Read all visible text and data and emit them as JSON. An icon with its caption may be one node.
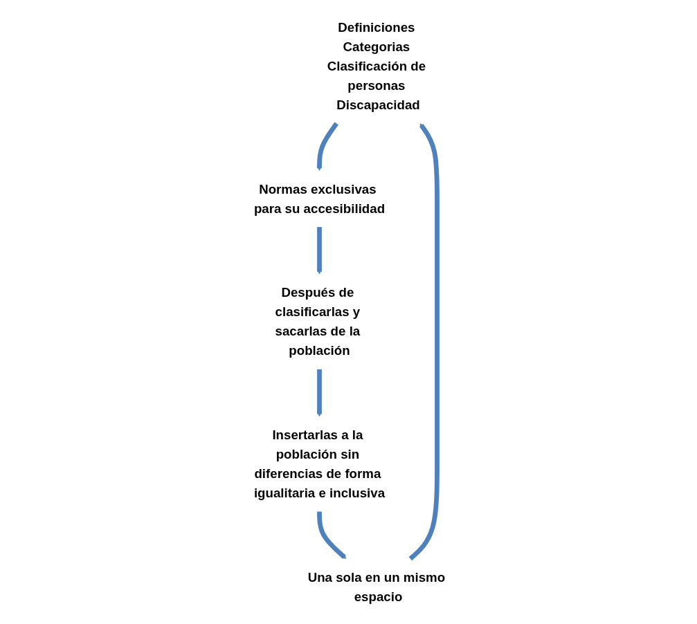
{
  "diagram": {
    "nodes": [
      {
        "text": [
          "Definiciones Categorias Clasificación de personas Discapacidad"
        ]
      },
      {
        "text": [
          "Normas exclusivas para su accesibilidad"
        ]
      },
      {
        "text": [
          "Después de clasificarlas y sacarlas de la población"
        ]
      },
      {
        "text": [
          "Insertarlas a la población sin diferencias de forma igualitaria e inclusiva"
        ]
      },
      {
        "text": [
          "Una sola en un mismo espacio"
        ]
      }
    ],
    "edges": [
      {
        "from": 0,
        "to": 1,
        "arrow": "to"
      },
      {
        "from": 1,
        "to": 2,
        "arrow": "to"
      },
      {
        "from": 2,
        "to": 3,
        "arrow": "to"
      },
      {
        "from": 3,
        "to": 4,
        "arrow": "to"
      },
      {
        "from": 4,
        "to": 0,
        "arrow": "to"
      }
    ]
  }
}
